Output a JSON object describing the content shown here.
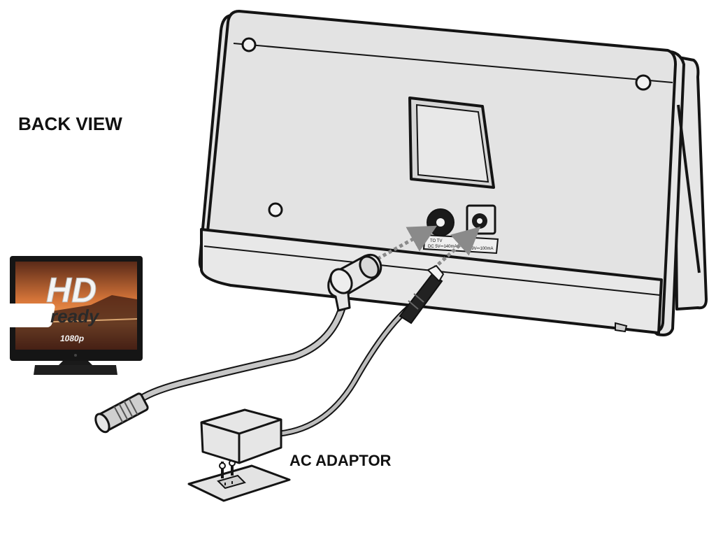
{
  "labels": {
    "back_view": "BACK VIEW",
    "ac_adaptor": "AC ADAPTOR"
  },
  "tv": {
    "logo_main": "HD",
    "logo_sub": "ready",
    "resolution": "1080p"
  },
  "ports": {
    "to_tv_title": "TO TV",
    "to_tv_rating": "DC 5V⎓140mA",
    "power_rating": "DC 9V⎓100mA"
  },
  "colors": {
    "panel_fill": "#e3e3e3",
    "outline": "#141414",
    "screen_bg": "#c2622a",
    "cable": "#bdbdbd",
    "arrow": "#8a8a8a"
  }
}
